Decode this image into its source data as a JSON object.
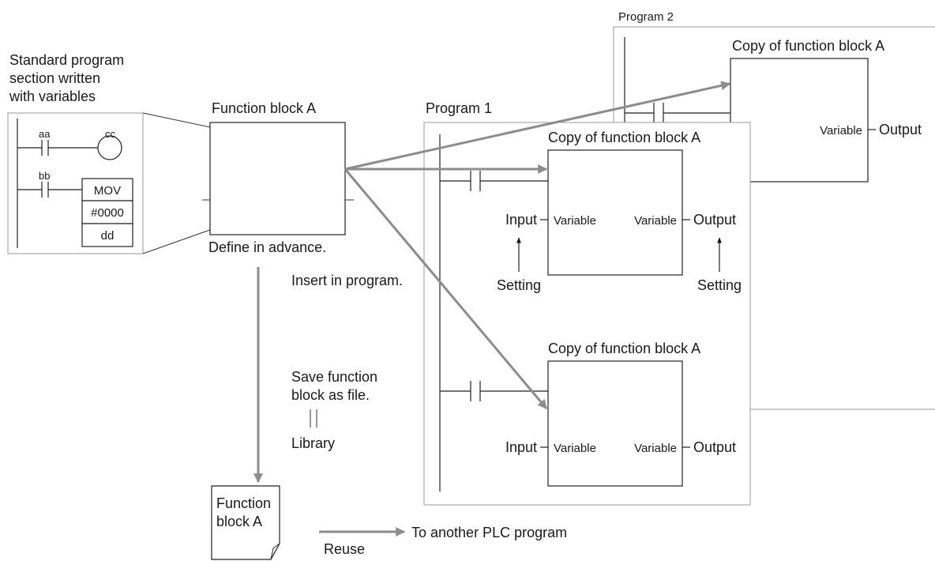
{
  "ladder": {
    "caption_line1": "Standard program",
    "caption_line2": "section written",
    "caption_line3": "with variables",
    "contact_aa": "aa",
    "coil_cc": "cc",
    "contact_bb": "bb",
    "mov_instruction": "MOV",
    "mov_source": "#0000",
    "mov_dest": "dd"
  },
  "function_block": {
    "title": "Function block A",
    "caption": "Define in advance."
  },
  "arrows": {
    "insert_label": "Insert in program.",
    "save_line1": "Save function",
    "save_line2": "block as file.",
    "library_label": "Library",
    "reuse_label": "Reuse",
    "another_plc": "To another PLC program"
  },
  "file_doc": {
    "line1": "Function",
    "line2": "block A"
  },
  "program1": {
    "title": "Program 1",
    "copy1": {
      "title": "Copy of function block A",
      "in_var": "Variable",
      "out_var": "Variable",
      "input_label": "Input",
      "output_label": "Output",
      "setting_left": "Setting",
      "setting_right": "Setting"
    },
    "copy2": {
      "title": "Copy of function block A",
      "in_var": "Variable",
      "out_var": "Variable",
      "input_label": "Input",
      "output_label": "Output"
    }
  },
  "program2": {
    "title": "Program 2",
    "copy": {
      "title": "Copy of function block A",
      "out_var": "Variable",
      "output_label": "Output"
    }
  }
}
